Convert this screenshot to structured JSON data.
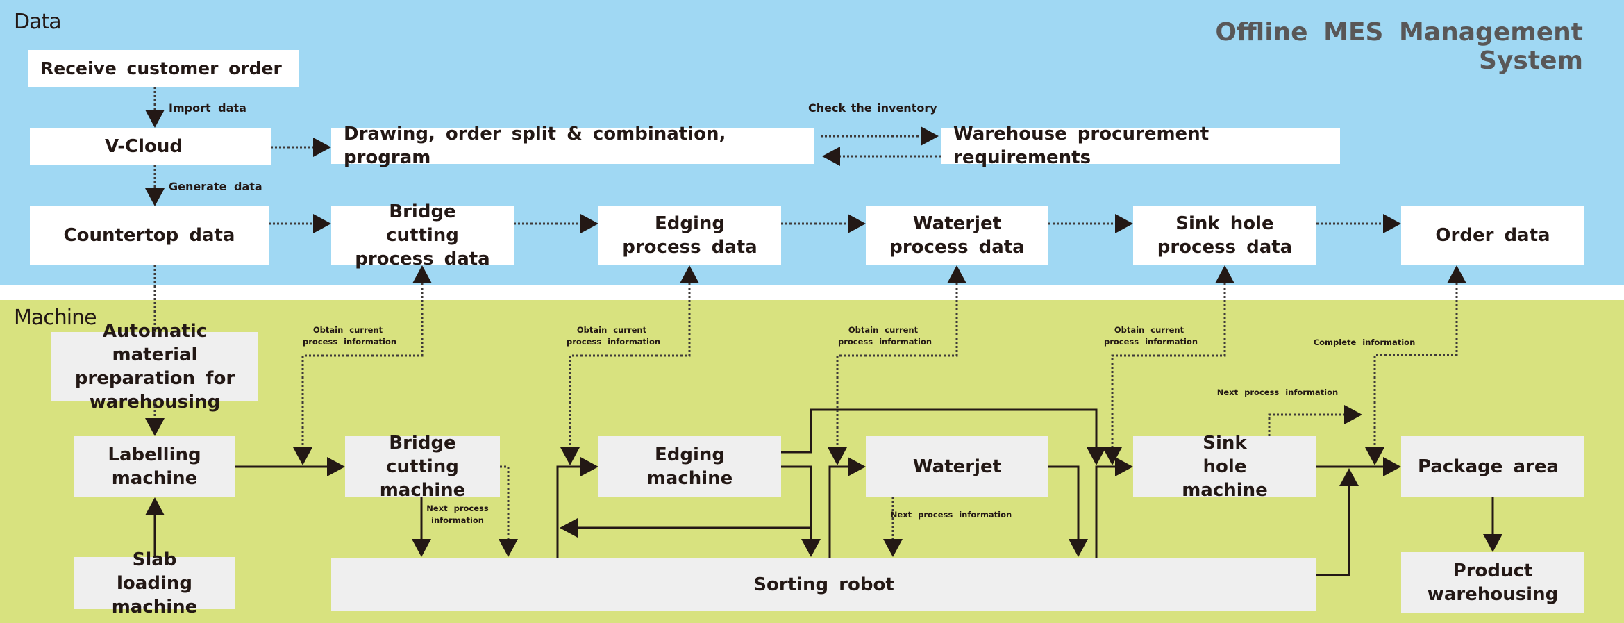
{
  "title": "Offline MES Management System",
  "sections": {
    "data": {
      "label": "Data",
      "color": "#a0d8f3"
    },
    "machine": {
      "label": "Machine",
      "color": "#d8e27f"
    }
  },
  "data_nodes": {
    "receive_order": "Receive  customer  order",
    "v_cloud": "V-Cloud",
    "drawing": "Drawing,  order  split  &  combination,  program",
    "warehouse_procurement": "Warehouse   procurement   requirements",
    "countertop_data": "Countertop   data",
    "bridge_cutting_data": "Bridge  cutting process  data",
    "edging_data": "Edging  process data",
    "waterjet_data": "Waterjet  process data",
    "sink_hole_data": "Sink  hole  process data",
    "order_data": "Order  data"
  },
  "machine_nodes": {
    "auto_material": "Automatic  material preparation  for warehousing",
    "labelling": "Labelling machine",
    "slab_loading": "Slab  loading machine",
    "bridge_cutting": "Bridge  cutting machine",
    "edging": "Edging machine",
    "waterjet": "Waterjet",
    "sink_hole": "Sink  hole machine",
    "package_area": "Package   area",
    "product_warehousing": "Product warehousing",
    "sorting_robot": "Sorting   robot"
  },
  "edge_labels": {
    "import_data": "Import   data",
    "generate_data": "Generate   data",
    "check_inventory": "Check  the  inventory",
    "obtain_1": "Obtain   current",
    "obtain_2": "process   information",
    "next_process_1": "Next   process",
    "next_process_2": "information",
    "next_process_info": "Next   process   information",
    "complete_info": "Complete    information"
  },
  "colors": {
    "line": "#231815",
    "dotted": "#3e3a39",
    "box_white": "#ffffff",
    "box_grey": "#efefef",
    "title": "#595757"
  }
}
